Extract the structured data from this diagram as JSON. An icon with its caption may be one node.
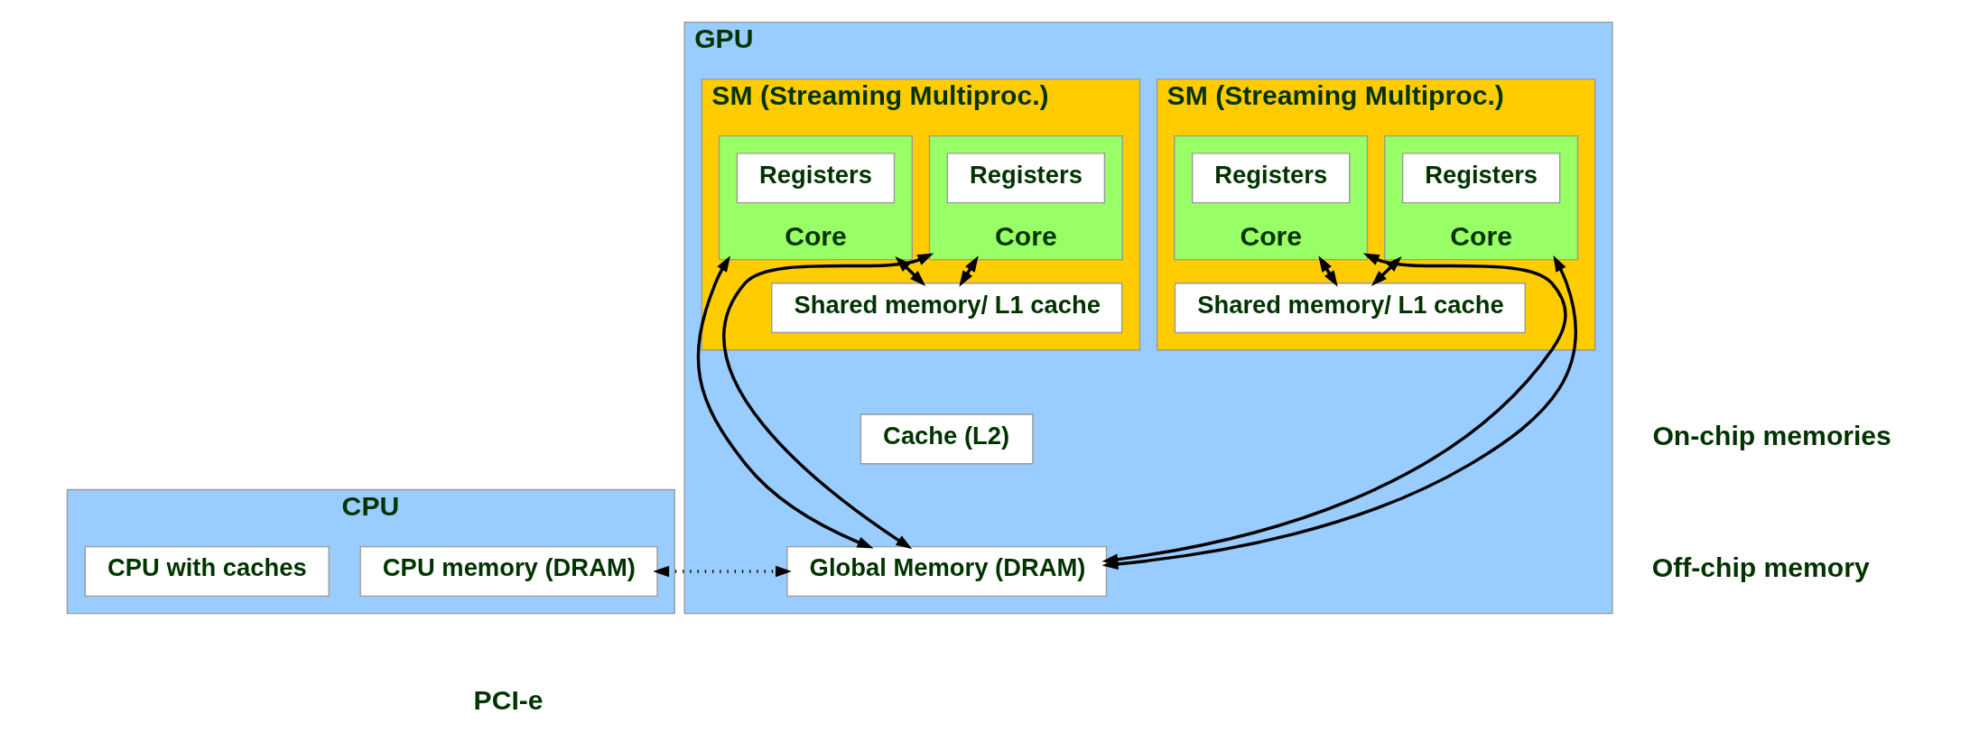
{
  "diagram": {
    "nodes": [
      {
        "text": [
          "CPU"
        ]
      },
      {
        "text": [
          "CPU memory (DRAM)"
        ],
        "in": 0
      },
      {
        "text": [
          "CPU with caches"
        ],
        "in": 0
      },
      {
        "text": [
          "GPU"
        ]
      },
      {
        "text": [
          "SM (Streaming Multiproc.)"
        ],
        "in": 3
      },
      {
        "text": [
          "Core"
        ],
        "in": 4
      },
      {
        "text": [
          "Registers"
        ],
        "in": 5
      },
      {
        "text": [
          "Core"
        ],
        "in": 4
      },
      {
        "text": [
          "Registers"
        ],
        "in": 7
      },
      {
        "text": [
          "Shared memory/ L1 cache"
        ],
        "in": 4
      },
      {
        "text": [
          "SM (Streaming Multiproc.)"
        ],
        "in": 3
      },
      {
        "text": [
          "Core"
        ],
        "in": 10
      },
      {
        "text": [
          "Registers"
        ],
        "in": 11
      },
      {
        "text": [
          "Core"
        ],
        "in": 10
      },
      {
        "text": [
          "Registers"
        ],
        "in": 13
      },
      {
        "text": [
          "Shared memory/ L1 cache"
        ],
        "in": 10
      },
      {
        "text": [
          "Cache (L2)"
        ],
        "in": 3
      },
      {
        "text": [
          "Global Memory (DRAM)"
        ],
        "in": 3
      }
    ],
    "edges": [
      {
        "from": 5,
        "to": 9,
        "arrow": "both"
      },
      {
        "from": 7,
        "to": 9,
        "arrow": "both"
      },
      {
        "from": 11,
        "to": 15,
        "arrow": "both"
      },
      {
        "from": 13,
        "to": 15,
        "arrow": "both"
      },
      {
        "from": 5,
        "to": 17,
        "arrow": "both"
      },
      {
        "from": 7,
        "to": 17,
        "arrow": "both"
      },
      {
        "from": 11,
        "to": 17,
        "arrow": "both"
      },
      {
        "from": 13,
        "to": 17,
        "arrow": "both"
      },
      {
        "from": 1,
        "to": 17,
        "arrow": "both",
        "style": "dashed"
      }
    ],
    "labels": [
      "On-chip memories",
      "Off-chip memory",
      "PCI-e"
    ]
  }
}
